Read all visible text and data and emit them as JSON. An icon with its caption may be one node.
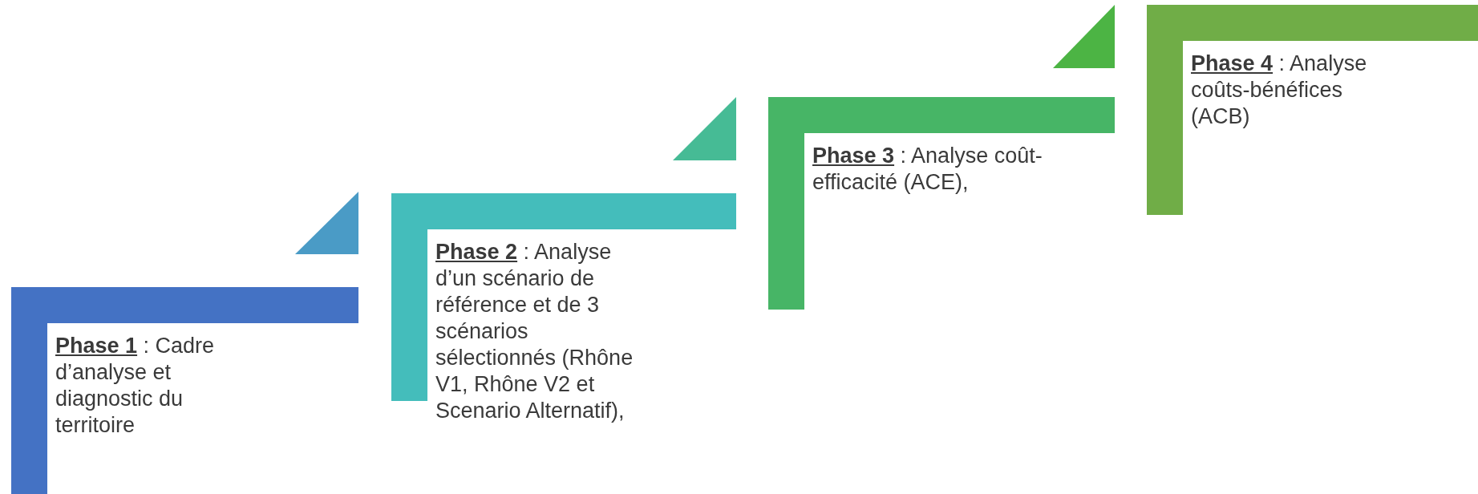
{
  "diagram": {
    "nodes": [
      {
        "text": [
          "**Phase 1** : Cadre d’analyse et diagnostic du territoire"
        ]
      },
      {
        "text": [
          "**Phase 2** : Analyse d’un scénario de référence et de 3 scénarios sélectionnés (Rhône V1, Rhône V2 et Scenario Alternatif),"
        ]
      },
      {
        "text": [
          "**Phase 3** : Analyse coût-efficacité (ACE),"
        ]
      },
      {
        "text": [
          "**Phase 4** : Analyse coûts-bénéfices (ACB)"
        ]
      }
    ]
  }
}
